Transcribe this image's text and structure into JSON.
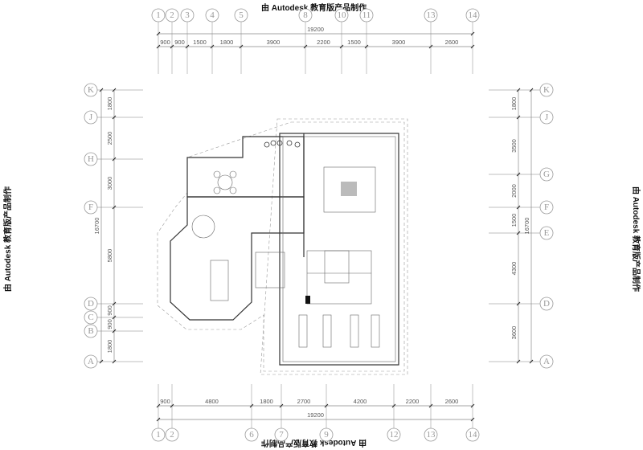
{
  "watermark": "由 Autodesk 教育版产品制作",
  "top_axes": [
    {
      "label": "1"
    },
    {
      "label": "2"
    },
    {
      "label": "3"
    },
    {
      "label": "4"
    },
    {
      "label": "5"
    },
    {
      "label": "8"
    },
    {
      "label": "10"
    },
    {
      "label": "11"
    },
    {
      "label": "13"
    },
    {
      "label": "14"
    }
  ],
  "top_total": "19200",
  "top_dims": [
    "900",
    "900",
    "1500",
    "1800",
    "3900",
    "2200",
    "1500",
    "3900",
    "2600"
  ],
  "bottom_axes": [
    {
      "label": "1"
    },
    {
      "label": "2"
    },
    {
      "label": "6"
    },
    {
      "label": "7"
    },
    {
      "label": "9"
    },
    {
      "label": "12"
    },
    {
      "label": "13"
    },
    {
      "label": "14"
    }
  ],
  "bottom_total": "19200",
  "bottom_dims": [
    "900",
    "4800",
    "1800",
    "2700",
    "4200",
    "2200",
    "2600"
  ],
  "left_axes": [
    {
      "label": "K"
    },
    {
      "label": "J"
    },
    {
      "label": "H"
    },
    {
      "label": "F"
    },
    {
      "label": "D"
    },
    {
      "label": "C"
    },
    {
      "label": "B"
    },
    {
      "label": "A"
    }
  ],
  "left_total": "16700",
  "left_dims": [
    "1800",
    "2500",
    "3000",
    "5800",
    "900",
    "900",
    "1800"
  ],
  "right_axes": [
    {
      "label": "K"
    },
    {
      "label": "J"
    },
    {
      "label": "G"
    },
    {
      "label": "F"
    },
    {
      "label": "E"
    },
    {
      "label": "D"
    },
    {
      "label": "A"
    }
  ],
  "right_total": "16700",
  "right_dims": [
    "1800",
    "3500",
    "2000",
    "1500",
    "4300",
    "3600"
  ]
}
